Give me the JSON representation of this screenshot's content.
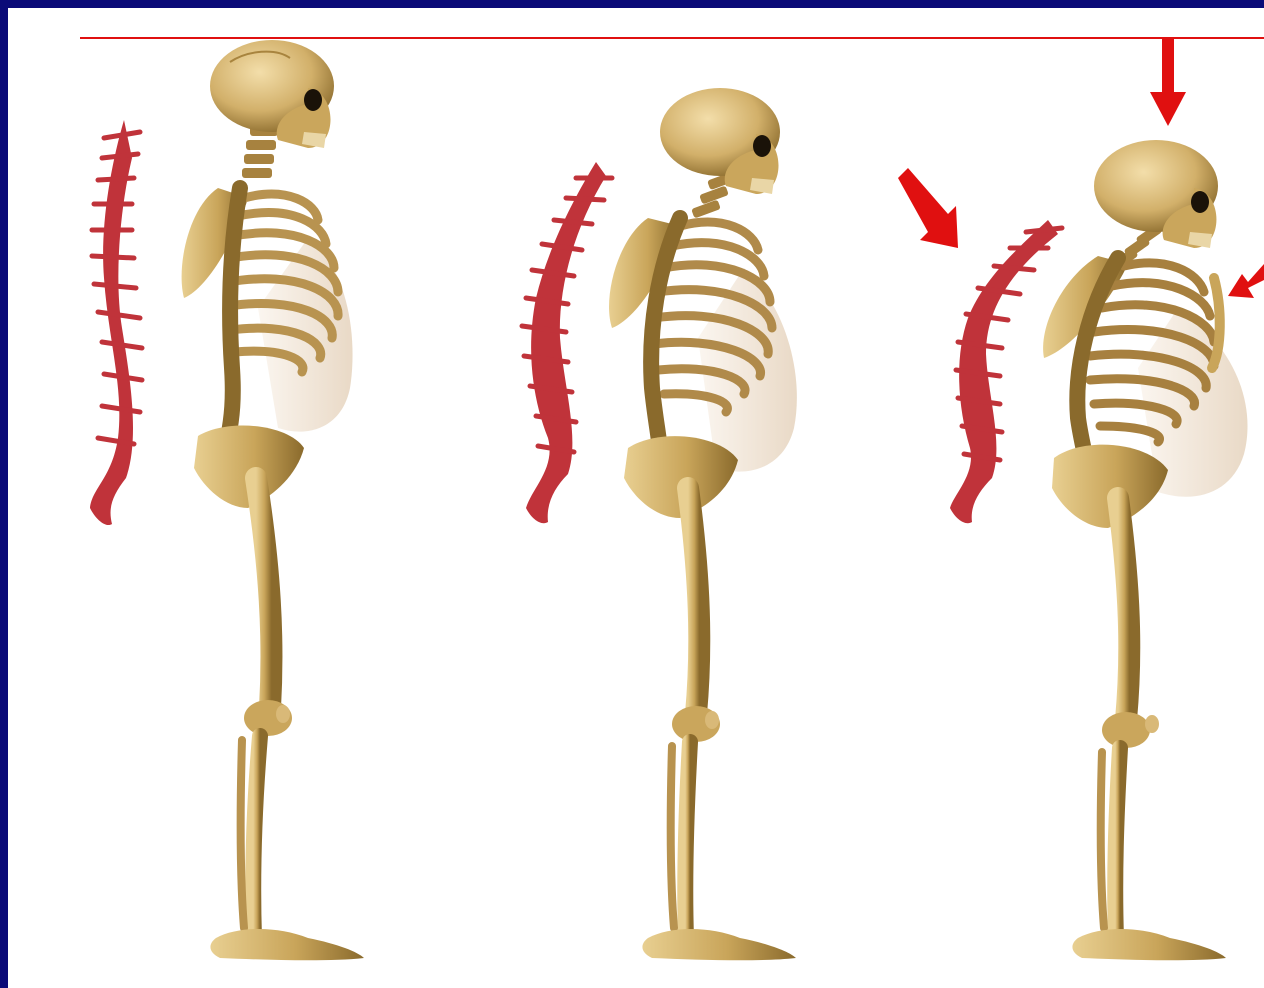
{
  "scene": {
    "description_free": true,
    "frame_color": "#0a0a78",
    "background_color": "#ffffff",
    "accent_color": "#e01010",
    "bone_color": "#c9a55a",
    "bone_shadow_color": "#8a6a2c",
    "spine_color": "#c0333a",
    "abdomen_color": "#f1e6d8",
    "figures": [
      {
        "name": "normal-posture",
        "arrows": 0
      },
      {
        "name": "moderate-kyphosis",
        "arrows": 0
      },
      {
        "name": "severe-kyphosis",
        "arrows": 3
      }
    ]
  }
}
